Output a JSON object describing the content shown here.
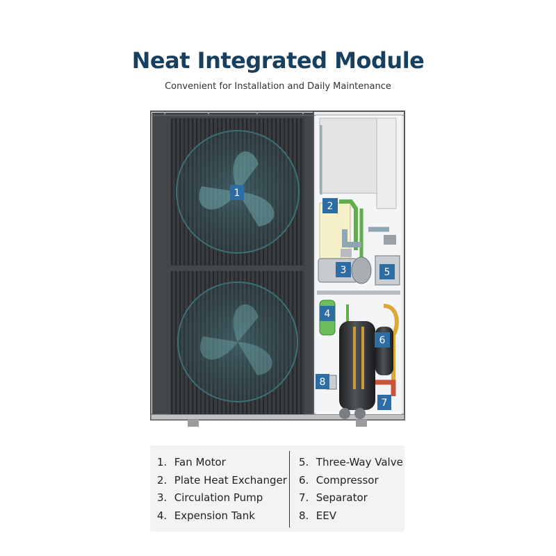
{
  "header": {
    "title": "Neat Integrated Module",
    "subtitle": "Convenient for Installation and Daily Maintenance"
  },
  "markers": [
    "1",
    "2",
    "3",
    "4",
    "5",
    "6",
    "7",
    "8"
  ],
  "legend": {
    "left": [
      {
        "num": "1.",
        "label": "Fan Motor"
      },
      {
        "num": "2.",
        "label": "Plate Heat Exchanger"
      },
      {
        "num": "3.",
        "label": "Circulation Pump"
      },
      {
        "num": "4.",
        "label": "Expension Tank"
      }
    ],
    "right": [
      {
        "num": "5.",
        "label": "Three-Way Valve"
      },
      {
        "num": "6.",
        "label": "Compressor"
      },
      {
        "num": "7.",
        "label": "Separator"
      },
      {
        "num": "8.",
        "label": "EEV"
      }
    ]
  },
  "colors": {
    "title": "#173f5f",
    "marker": "#2e6da4",
    "cabinet": "#3e4144",
    "fan_grille": "#2a2c2e",
    "pipe_green": "#5fae4a",
    "pipe_yellow": "#d9a93a",
    "pipe_red": "#c8563c",
    "legend_bg": "#f3f3f3"
  },
  "icons": [
    "fan-icon",
    "compressor-icon",
    "pump-icon",
    "tank-icon",
    "valve-icon"
  ]
}
